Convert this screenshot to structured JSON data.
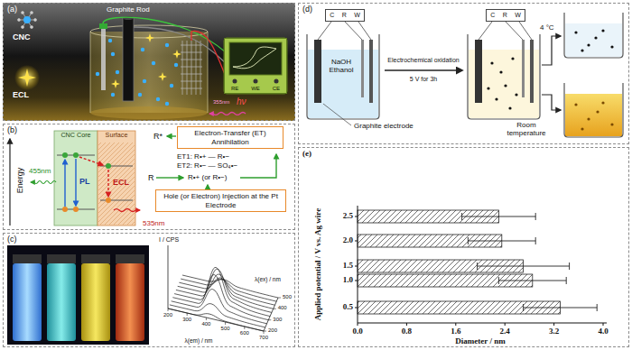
{
  "diagram": {
    "nodes": [
      {
        "text": [
          "(a)"
        ]
      },
      {
        "text": [
          "RE",
          "WE",
          "CE"
        ],
        "in": 0
      },
      {
        "text": [
          "(b)"
        ]
      },
      {
        "text": [
          "CNC Core"
        ],
        "in": 2
      },
      {
        "text": [
          "Surface"
        ],
        "in": 2
      },
      {
        "text": [
          "Electron-Transfer (ET) Annihilation"
        ],
        "in": 2
      },
      {
        "text": [
          "Hole (or Electron) Injection at the Pt Electrode"
        ],
        "in": 2
      },
      {
        "text": [
          "(c)"
        ]
      },
      {
        "text": [
          "(d)"
        ]
      },
      {
        "text": [
          "C",
          "R",
          "W"
        ],
        "in": 8
      },
      {
        "text": [
          "C",
          "R",
          "W"
        ],
        "in": 8
      },
      {
        "text": [
          "(e)"
        ]
      }
    ],
    "labels": [
      "CNC",
      "ECL",
      "Graphite Rod",
      "355nm",
      "hν",
      "Energy",
      "455nm",
      "PL",
      "ECL",
      "535nm",
      "R*",
      "ET1: R•+ — R•−",
      "ET2: R•− — SO₄•−",
      "R",
      "R•+ (or R•−)",
      "I / CPS",
      "200",
      "300",
      "400",
      "500",
      "600",
      "700",
      "200",
      "300",
      "400",
      "500",
      "λ(em) / nm",
      "λ(ex) / nm",
      "Electrochemical oxidation",
      "5 V for 3h",
      "NaOH Ethanol",
      "Graphite electrode",
      "4 °C",
      "Room temperature",
      "2.5",
      "2.0",
      "1.5",
      "1.0",
      "0.5",
      "Applied potential / V vs. Ag wire",
      "0.0",
      "0.8",
      "1.6",
      "2.4",
      "3.2",
      "4.0",
      "Diameter / nm"
    ]
  }
}
